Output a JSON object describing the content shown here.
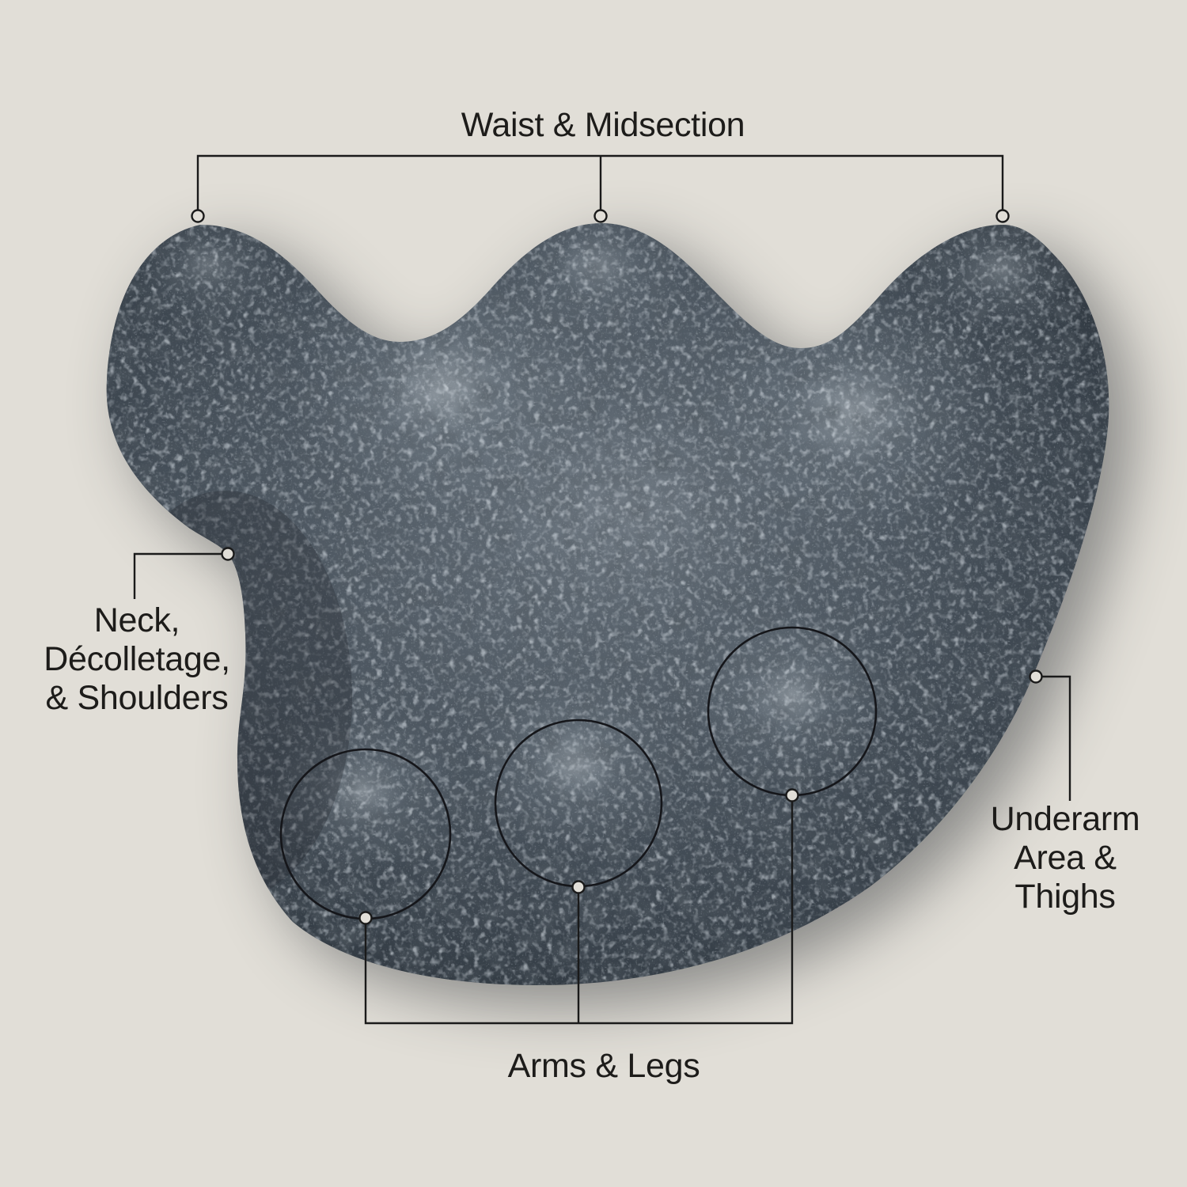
{
  "page": {
    "background": "#e1ded7"
  },
  "figure": {
    "subject": "speckled stone body tool with three top ridges and three raised massage nodes",
    "annotations": {
      "waist": "Waist & Midsection",
      "neck_lines": [
        "Neck,",
        "Décolletage,",
        "& Shoulders"
      ],
      "underarm_lines": [
        "Underarm",
        "Area &",
        "Thighs"
      ],
      "arms": "Arms & Legs"
    },
    "colors": {
      "background": "#e1ded7",
      "leader_line": "#1a1a1a",
      "label_text": "#1d1c1a",
      "stone_dark": "#272e35",
      "stone_mid": "#4a545e",
      "stone_light": "#aab6bf",
      "node_fill": "#e1ded7"
    }
  }
}
